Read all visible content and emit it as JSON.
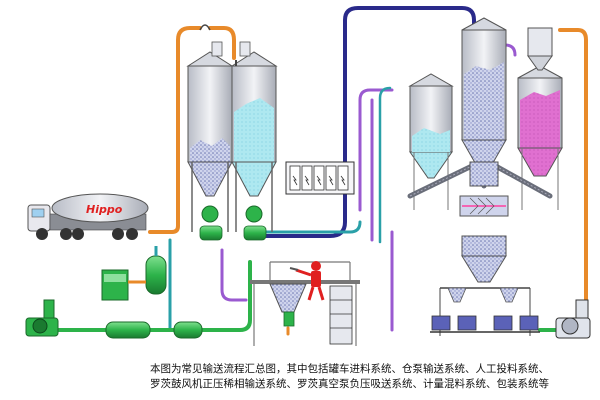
{
  "caption": {
    "line1": "本图为常见输送流程汇总图，其中包括罐车进料系统、仓泵输送系统、人工投料系统、",
    "line2": "罗茨鼓风机正压稀相输送系统、罗茨真空泵负压吸送系统、计量混料系统、包装系统等"
  },
  "truck_logo": "Hippo",
  "colors": {
    "pipe_orange": "#e88a2a",
    "pipe_navy": "#2a2a8a",
    "pipe_violet": "#9a5ad0",
    "pipe_teal": "#2aa0a8",
    "equipment_green": "#2db34a",
    "silo_grey": "#c8ccd4",
    "powder_blue": "#aee8f0",
    "powder_pink": "#e070d0",
    "operator_red": "#e02020"
  },
  "icons": [
    "truck-icon",
    "silo-icon",
    "blower-icon",
    "control-cabinet-icon",
    "operator-icon",
    "filter-icon",
    "mixer-icon",
    "bagging-icon"
  ]
}
